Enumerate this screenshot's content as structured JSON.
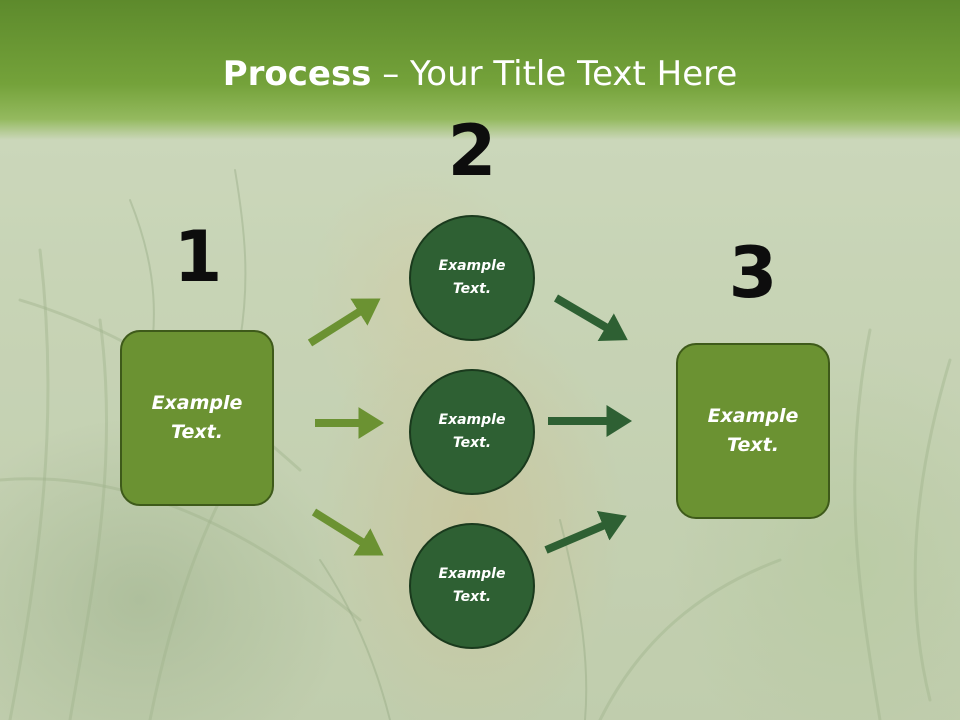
{
  "title": {
    "bold": "Process",
    "rest": " – Your Title Text Here"
  },
  "steps": {
    "one": "1",
    "two": "2",
    "three": "3"
  },
  "left_box": {
    "text": "Example\nText."
  },
  "circles": [
    {
      "text": "Example\nText."
    },
    {
      "text": "Example\nText."
    },
    {
      "text": "Example\nText."
    }
  ],
  "right_box": {
    "text": "Example\nText."
  },
  "colors": {
    "title_band": "#74a23a",
    "box_fill": "#6b9232",
    "circle_fill": "#2e6033",
    "arrow_light": "#6b9232",
    "arrow_dark": "#2e6033"
  }
}
